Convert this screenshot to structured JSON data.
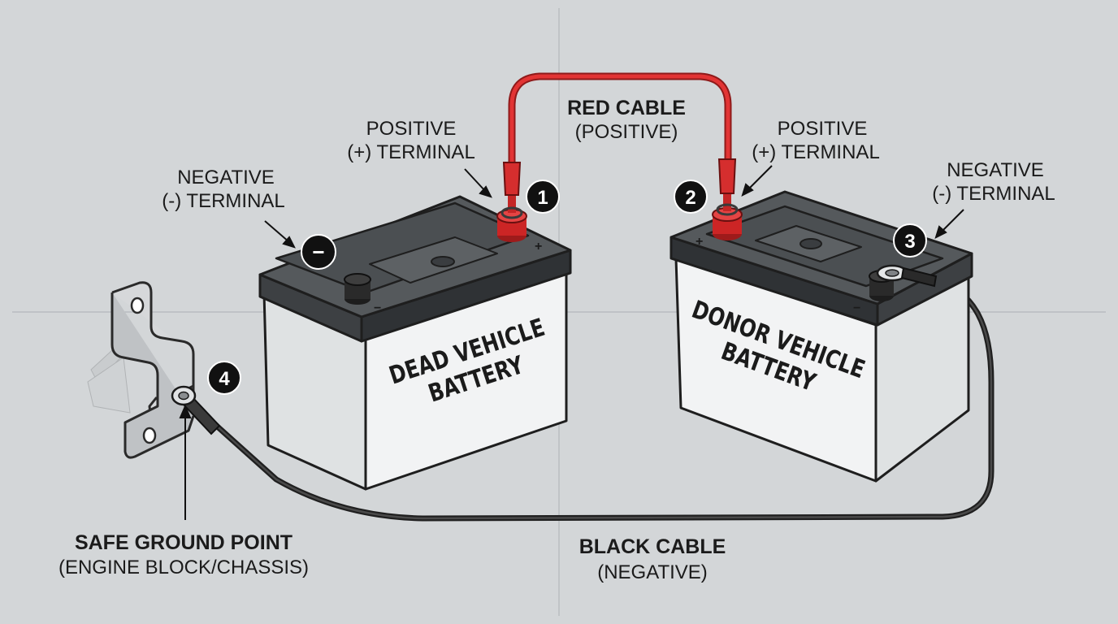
{
  "colors": {
    "background": "#d3d6d8",
    "positive_cable": "#d42a2a",
    "negative_cable": "#2a2a2a",
    "battery_case": "#e9ebec",
    "battery_lid": "#4a4d50",
    "marker": "#111111"
  },
  "labels": {
    "left_negative_line1": "NEGATIVE",
    "left_negative_line2": "(-) TERMINAL",
    "left_positive_line1": "POSITIVE",
    "left_positive_line2": "(+) TERMINAL",
    "red_cable_line1": "RED CABLE",
    "red_cable_line2": "(POSITIVE)",
    "right_positive_line1": "POSITIVE",
    "right_positive_line2": "(+) TERMINAL",
    "right_negative_line1": "NEGATIVE",
    "right_negative_line2": "(-) TERMINAL",
    "ground_line1": "SAFE GROUND POINT",
    "ground_line2": "(ENGINE BLOCK/CHASSIS)",
    "black_cable_line1": "BLACK CABLE",
    "black_cable_line2": "(NEGATIVE)"
  },
  "batteries": {
    "dead_line1": "DEAD VEHICLE",
    "dead_line2": "BATTERY",
    "donor_line1": "DONOR VEHICLE",
    "donor_line2": "BATTERY"
  },
  "markers": {
    "step1": "1",
    "step2": "2",
    "step3": "3",
    "step4": "4",
    "negative_symbol": "−"
  },
  "terminal_signs": {
    "plus": "+",
    "minus": "−"
  }
}
